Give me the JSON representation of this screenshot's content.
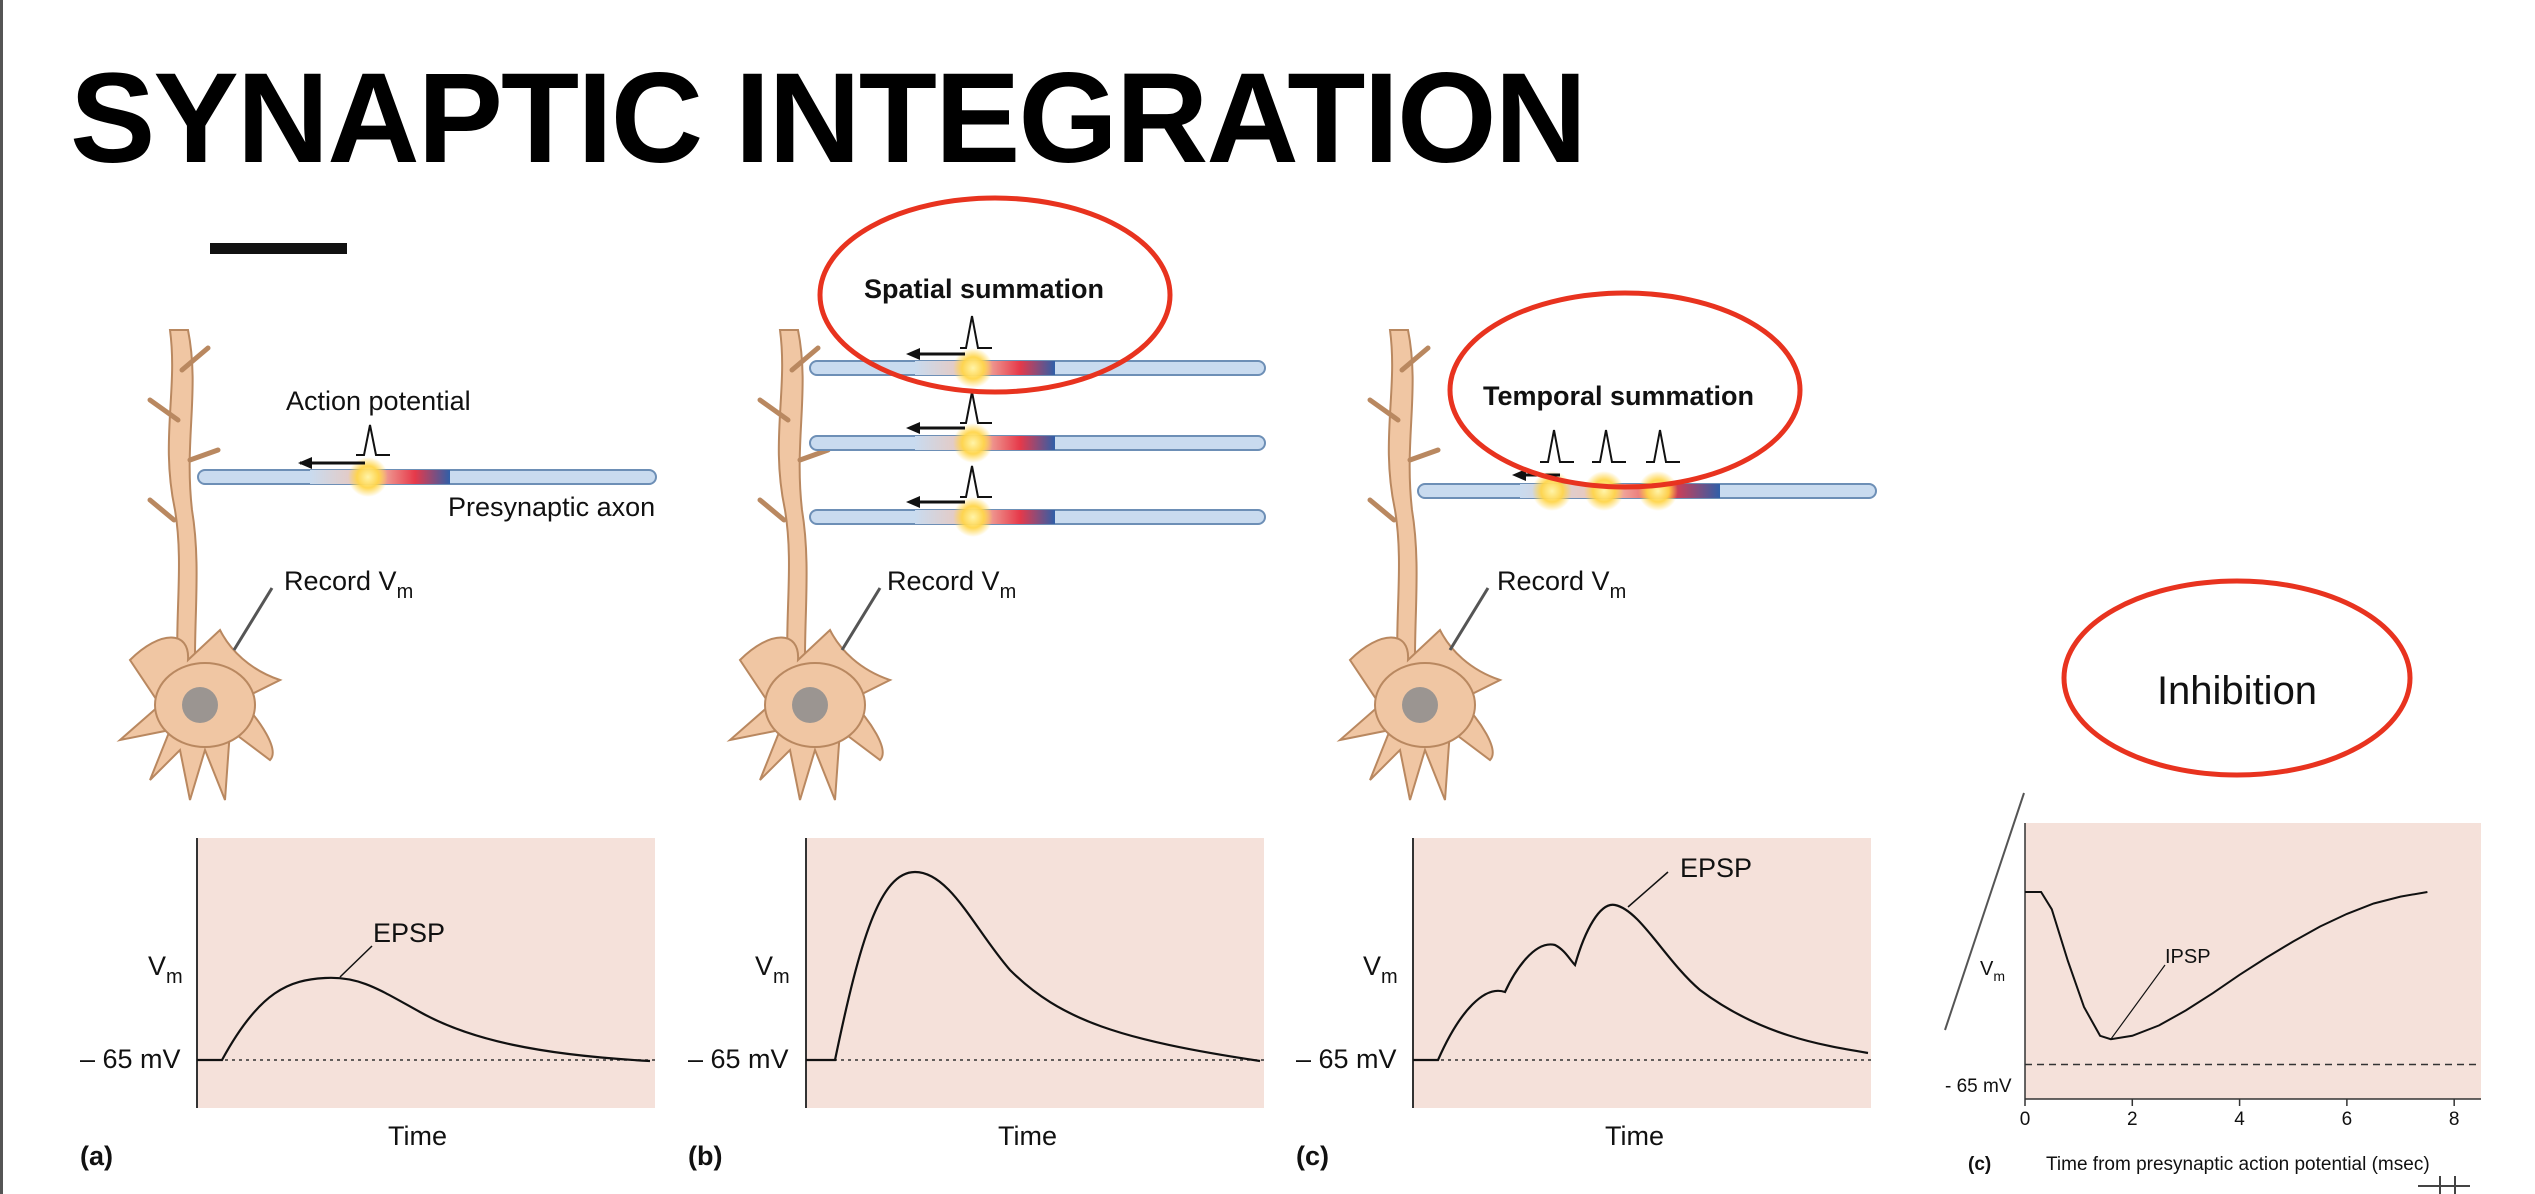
{
  "slide": {
    "title": "SYNAPTIC INTEGRATION"
  },
  "panels": [
    {
      "letter": "(a)",
      "action_potential_label": "Action potential",
      "presynaptic_label": "Presynaptic axon",
      "record_label": "Record V",
      "record_sub": "m",
      "vm_label": "V",
      "vm_sub": "m",
      "baseline_label": "– 65 mV",
      "peak_label": "EPSP",
      "time_label": "Time"
    },
    {
      "letter": "(b)",
      "heading": "Spatial summation",
      "record_label": "Record V",
      "record_sub": "m",
      "vm_label": "V",
      "vm_sub": "m",
      "baseline_label": "– 65 mV",
      "time_label": "Time"
    },
    {
      "letter": "(c)",
      "heading": "Temporal summation",
      "record_label": "Record V",
      "record_sub": "m",
      "vm_label": "V",
      "vm_sub": "m",
      "baseline_label": "– 65 mV",
      "peak_label": "EPSP",
      "time_label": "Time"
    }
  ],
  "inhibition": {
    "heading": "Inhibition",
    "letter": "(c)",
    "chart_data": {
      "type": "line",
      "title": "",
      "xlabel": "Time from presynaptic action potential (msec)",
      "ylabel": "V",
      "ylabel_sub": "m",
      "xticks": [
        0,
        2,
        4,
        6,
        8
      ],
      "xlim": [
        0,
        8.5
      ],
      "ylim": [
        -68,
        -44
      ],
      "baseline_label": "- 65 mV",
      "baseline_value": -65,
      "annotation": "IPSP",
      "series": [
        {
          "x": [
            0,
            0.3,
            0.5,
            0.8,
            1.1,
            1.4,
            1.6,
            2.0,
            2.5,
            3.0,
            3.5,
            4.0,
            4.5,
            5.0,
            5.5,
            6.0,
            6.5,
            7.0,
            7.5
          ],
          "y": [
            -50,
            -50,
            -51.5,
            -56,
            -60,
            -62.5,
            -62.8,
            -62.5,
            -61.6,
            -60.3,
            -58.8,
            -57.2,
            -55.7,
            -54.3,
            -53,
            -51.9,
            -51,
            -50.4,
            -50
          ]
        }
      ]
    }
  },
  "colors": {
    "circle_accent": "#e8331f",
    "graph_bg": "#f5e1da",
    "axon_fill": "#c9dbef",
    "axon_stroke": "#6d8fb6",
    "neuron_fill": "#f0c6a3",
    "neuron_stroke": "#b98860",
    "soma_nucleus": "#9b9591",
    "glow": "#ffd54a"
  }
}
